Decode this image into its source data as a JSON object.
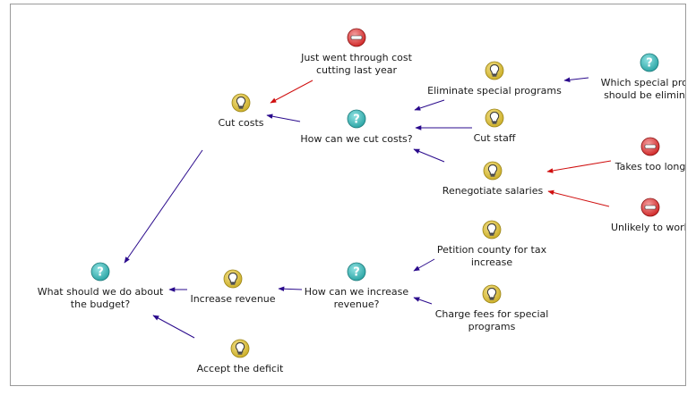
{
  "diagram": {
    "nodes": {
      "budget": {
        "type": "question",
        "label": "What should we do about\nthe budget?"
      },
      "cut_costs": {
        "type": "idea",
        "label": "Cut costs"
      },
      "cost_cutting": {
        "type": "con",
        "label": "Just went through cost\ncutting last year"
      },
      "how_cut": {
        "type": "question",
        "label": "How can we cut costs?"
      },
      "elim_programs": {
        "type": "idea",
        "label": "Eliminate special programs"
      },
      "which_special": {
        "type": "question",
        "label": "Which special progr\nshould be eliminat"
      },
      "cut_staff": {
        "type": "idea",
        "label": "Cut staff"
      },
      "renegotiate": {
        "type": "idea",
        "label": "Renegotiate salaries"
      },
      "too_long": {
        "type": "con",
        "label": "Takes too long"
      },
      "unlikely": {
        "type": "con",
        "label": "Unlikely to work"
      },
      "inc_revenue": {
        "type": "idea",
        "label": "Increase revenue"
      },
      "how_increase": {
        "type": "question",
        "label": "How can we increase\nrevenue?"
      },
      "petition": {
        "type": "idea",
        "label": "Petition county for tax\nincrease"
      },
      "charge_fees": {
        "type": "idea",
        "label": "Charge fees for special\nprograms"
      },
      "deficit": {
        "type": "idea",
        "label": "Accept the deficit"
      }
    },
    "links": [
      {
        "from": "cut_costs",
        "to": "budget",
        "kind": "support"
      },
      {
        "from": "cost_cutting",
        "to": "cut_costs",
        "kind": "con"
      },
      {
        "from": "how_cut",
        "to": "cut_costs",
        "kind": "support"
      },
      {
        "from": "elim_programs",
        "to": "how_cut",
        "kind": "support"
      },
      {
        "from": "cut_staff",
        "to": "how_cut",
        "kind": "support"
      },
      {
        "from": "renegotiate",
        "to": "how_cut",
        "kind": "support"
      },
      {
        "from": "which_special",
        "to": "elim_programs",
        "kind": "support"
      },
      {
        "from": "too_long",
        "to": "renegotiate",
        "kind": "con"
      },
      {
        "from": "unlikely",
        "to": "renegotiate",
        "kind": "con"
      },
      {
        "from": "inc_revenue",
        "to": "budget",
        "kind": "support"
      },
      {
        "from": "how_increase",
        "to": "inc_revenue",
        "kind": "support"
      },
      {
        "from": "petition",
        "to": "how_increase",
        "kind": "support"
      },
      {
        "from": "charge_fees",
        "to": "how_increase",
        "kind": "support"
      },
      {
        "from": "deficit",
        "to": "budget",
        "kind": "support"
      }
    ],
    "colors": {
      "support_link": "#2a0a8c",
      "con_link": "#d01010",
      "question_fill": "#2ea6a6",
      "idea_fill": "#cdb02a",
      "con_fill": "#d12a2a"
    }
  }
}
